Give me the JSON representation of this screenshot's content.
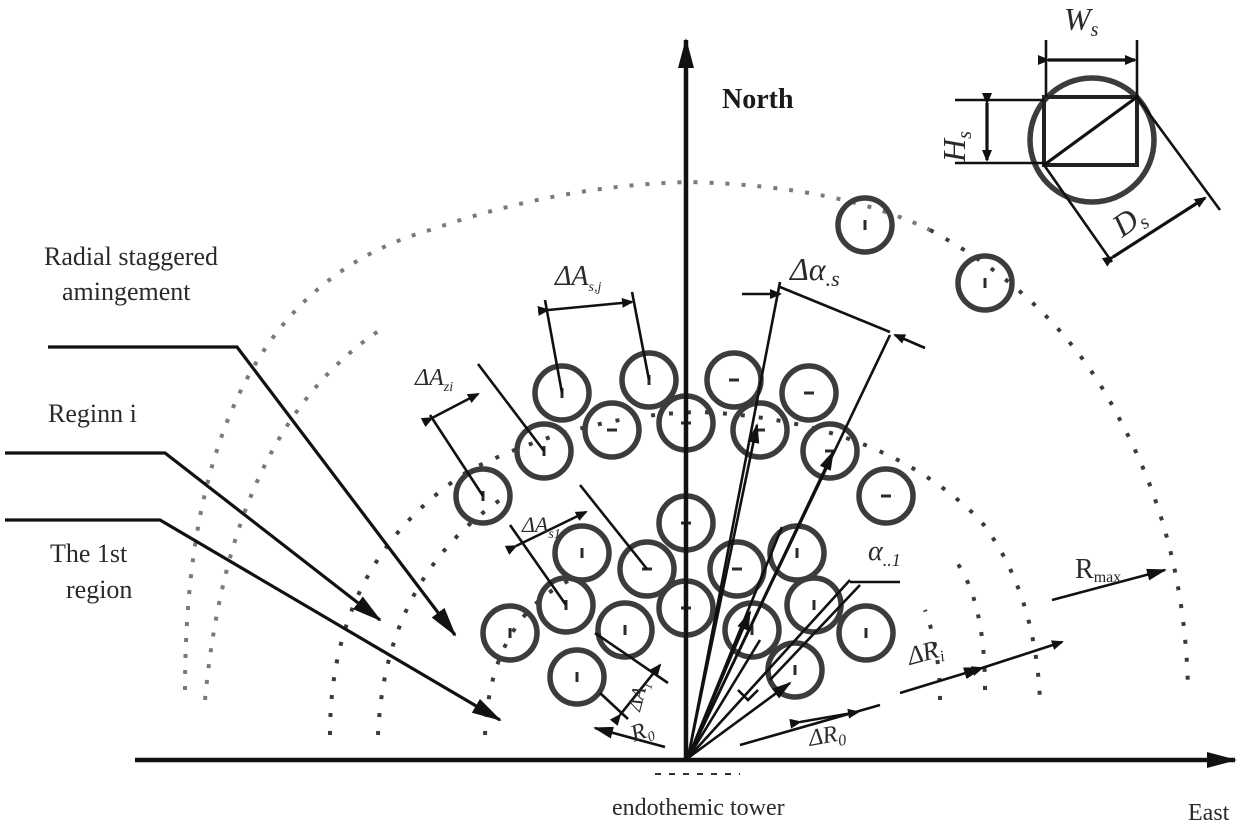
{
  "labels": {
    "north": "North",
    "east": "East",
    "tower": "endothemic tower",
    "radial_line1": "Radial staggered",
    "radial_line2": "amingement",
    "region_i": "Reginn i",
    "first_region_line1": "The 1st",
    "first_region_line2": "region",
    "w_s": "W",
    "w_s_sub": "s",
    "h_s": "H",
    "h_s_sub": "s",
    "d_s": "D",
    "d_s_sub": "s",
    "dA_top": "ΔA",
    "dA_top_sub": "s,j",
    "dalpha": "Δα",
    "dalpha_sub": ".s",
    "dA_mid": "ΔA",
    "dA_mid_sub": "zi",
    "dA_low": "ΔA",
    "dA_low_sub": "s1",
    "alpha_1": "α",
    "alpha_1_sub": "..1",
    "r_max": "R",
    "r_max_sub": "max",
    "dR_upper": "ΔR",
    "dR_upper_sub": "i",
    "dR_lower": "ΔR",
    "dR_lower_sub": "0",
    "r_0": "R",
    "r_0_sub": "0",
    "dA_small": "ΔA",
    "dA_small_sub": "1"
  },
  "colors": {
    "heliostat": "#3c3c3c",
    "lines": "#111111",
    "dotted_outer": "#7a7a7a",
    "dotted_inner": "#3a3a3a"
  }
}
